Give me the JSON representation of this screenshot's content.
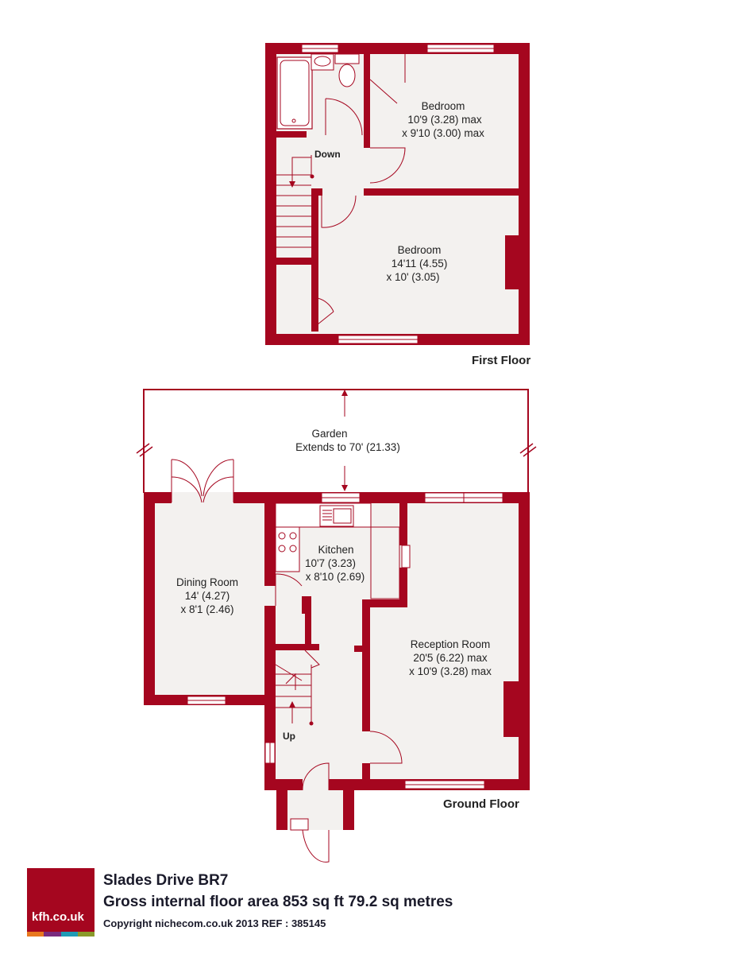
{
  "colors": {
    "wall": "#a5061f",
    "floor": "#f3f1ef",
    "line": "#a5061f",
    "text": "#222222"
  },
  "first_floor": {
    "title": "First Floor",
    "bedroom1": {
      "name": "Bedroom",
      "dim1": "10'9 (3.28) max",
      "dim2": "x 9'10 (3.00) max"
    },
    "bedroom2": {
      "name": "Bedroom",
      "dim1": "14'11 (4.55)",
      "dim2": "x 10' (3.05)"
    },
    "stairs_label": "Down"
  },
  "ground_floor": {
    "title": "Ground Floor",
    "garden": {
      "name": "Garden",
      "dim1": "Extends to 70' (21.33)"
    },
    "kitchen": {
      "name": "Kitchen",
      "dim1": "10'7 (3.23)",
      "dim2": "x 8'10 (2.69)"
    },
    "dining": {
      "name": "Dining Room",
      "dim1": "14' (4.27)",
      "dim2": "x 8'1 (2.46)"
    },
    "reception": {
      "name": "Reception Room",
      "dim1": "20'5 (6.22) max",
      "dim2": "x 10'9 (3.28) max"
    },
    "stairs_label": "Up"
  },
  "footer": {
    "logo_text": "kfh.co.uk",
    "address": "Slades Drive  BR7",
    "gia": "Gross internal floor area 853 sq ft 79.2 sq metres",
    "copyright": "Copyright nichecom.co.uk 2013    REF : 385145",
    "stripe_colors": [
      "#e8781e",
      "#7a2b7e",
      "#1f9bb5",
      "#8a9a2a"
    ]
  }
}
